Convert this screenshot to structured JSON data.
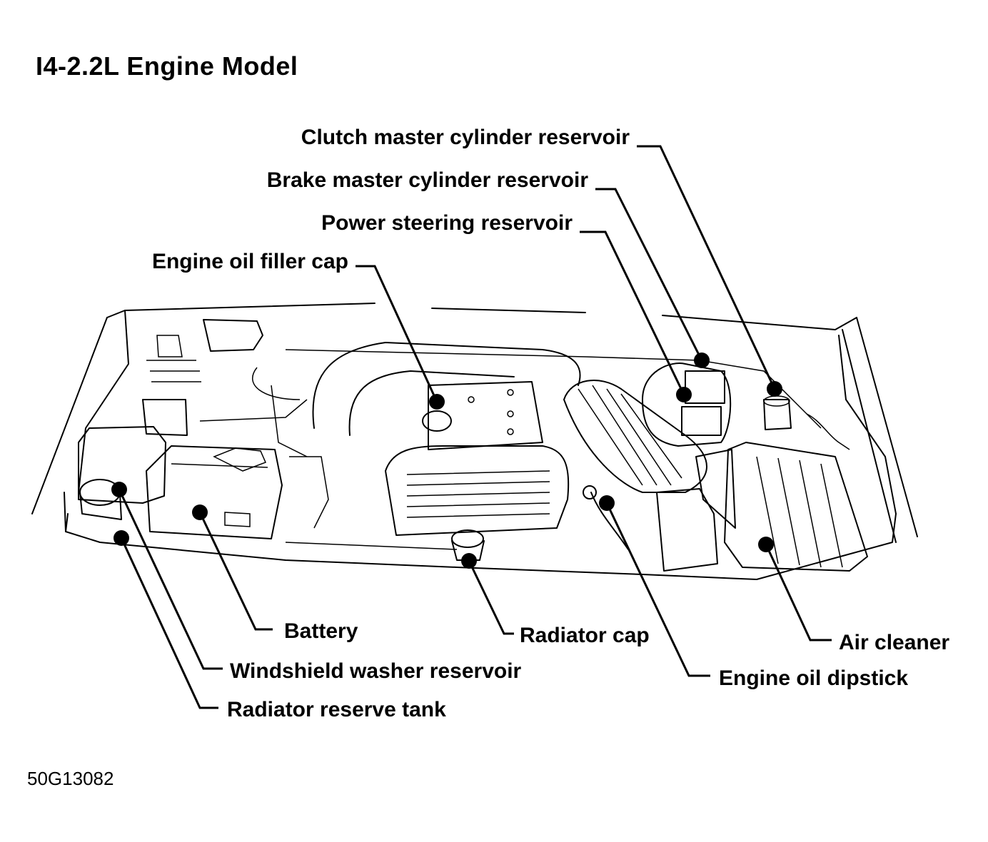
{
  "title": "I4-2.2L Engine Model",
  "figure_code": "50G13082",
  "labels": {
    "clutch_master_cylinder_reservoir": "Clutch master cylinder reservoir",
    "brake_master_cylinder_reservoir": "Brake master cylinder reservoir",
    "power_steering_reservoir": "Power steering reservoir",
    "engine_oil_filler_cap": "Engine oil filler cap",
    "battery": "Battery",
    "radiator_cap": "Radiator cap",
    "air_cleaner": "Air cleaner",
    "windshield_washer_reservoir": "Windshield washer reservoir",
    "engine_oil_dipstick": "Engine oil dipstick",
    "radiator_reserve_tank": "Radiator reserve tank"
  }
}
